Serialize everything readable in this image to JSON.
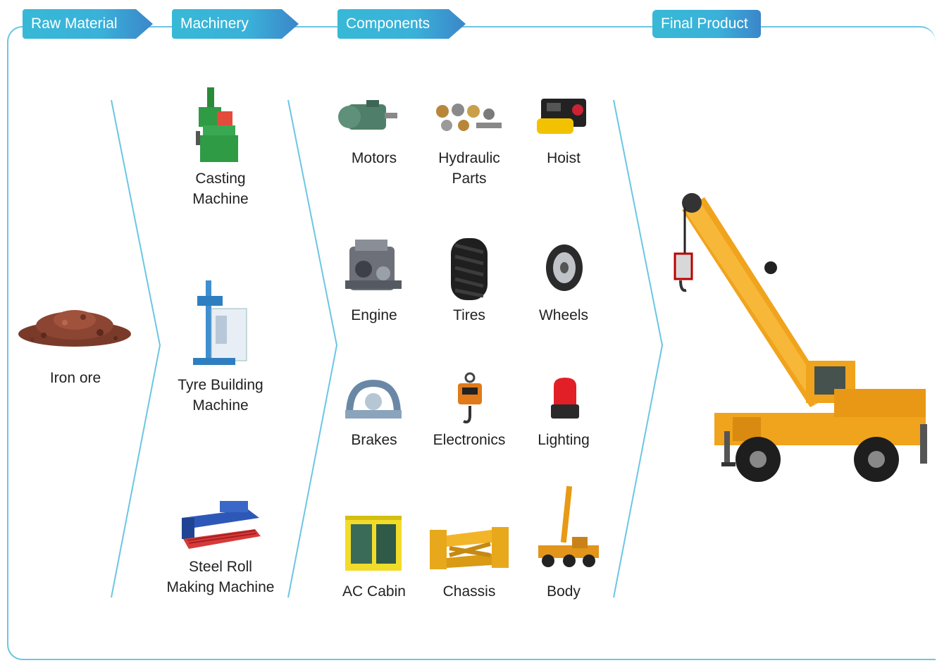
{
  "headers": {
    "raw_material": "Raw Material",
    "machinery": "Machinery",
    "components": "Components",
    "final_product": "Final Product"
  },
  "raw_material": {
    "item": "Iron ore"
  },
  "machinery": {
    "items": [
      [
        "Casting",
        "Machine"
      ],
      [
        "Tyre Building",
        "Machine"
      ],
      [
        "Steel Roll",
        "Making Machine"
      ]
    ]
  },
  "components": {
    "items": [
      [
        "Motors"
      ],
      [
        "Hydraulic",
        "Parts"
      ],
      [
        "Hoist"
      ],
      [
        "Engine"
      ],
      [
        "Tires"
      ],
      [
        "Wheels"
      ],
      [
        "Brakes"
      ],
      [
        "Electronics"
      ],
      [
        "Lighting"
      ],
      [
        "AC Cabin"
      ],
      [
        "Chassis"
      ],
      [
        "Body"
      ]
    ]
  },
  "colors": {
    "accent": "#37b9d6",
    "accent_dark": "#3b86c9",
    "line": "#6cc6e3",
    "crane": "#f0a31c"
  }
}
